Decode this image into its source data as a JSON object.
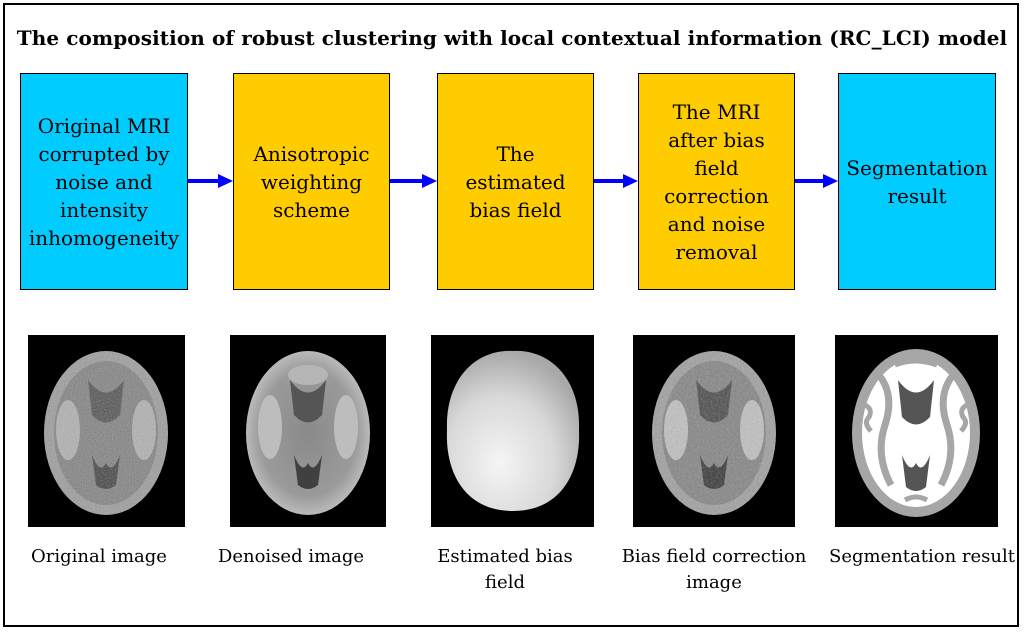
{
  "title": "The composition of robust clustering with local contextual information (RC_LCI) model",
  "boxes": [
    {
      "text": "Original MRI corrupted by noise and intensity inhomogeneity",
      "color": "#00ccff"
    },
    {
      "text": "Anisotropic weighting scheme",
      "color": "#ffcc00"
    },
    {
      "text": "The estimated bias field",
      "color": "#ffcc00"
    },
    {
      "text": "The MRI after bias field correction and noise removal",
      "color": "#ffcc00"
    },
    {
      "text": "Segmentation result",
      "color": "#00ccff"
    }
  ],
  "arrow_color": "#0000ff",
  "captions": {
    "original": "Original image",
    "denoised": "Denoised image",
    "estimated": "Estimated bias field",
    "corrected": "Bias field correction image",
    "segmentation": "Segmentation result"
  }
}
